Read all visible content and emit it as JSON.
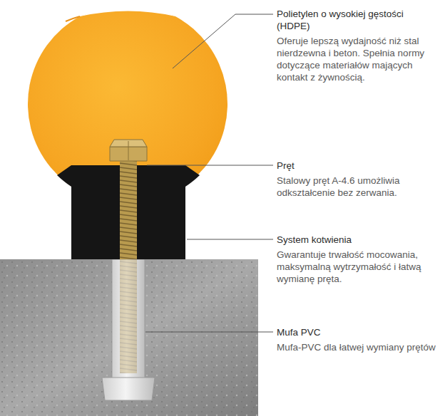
{
  "diagram": {
    "labels": [
      "Polietylen o wysokiej gęstości (HDPE)",
      "Oferuje lepszą wydajność niż stal nierdzewna i beton. Spełnia normy dotyczące materiałów mających kontakt z żywnością.",
      "Pręt",
      "Stalowy pręt A-4.6 umożliwia odkształcenie bez zerwania.",
      "System kotwienia",
      "Gwarantuje trwałość mocowania, maksymalną wytrzymałość i łatwą wymianę pręta.",
      "Mufa PVC",
      "Mufa-PVC dla łatwej wymiany prętów"
    ]
  }
}
